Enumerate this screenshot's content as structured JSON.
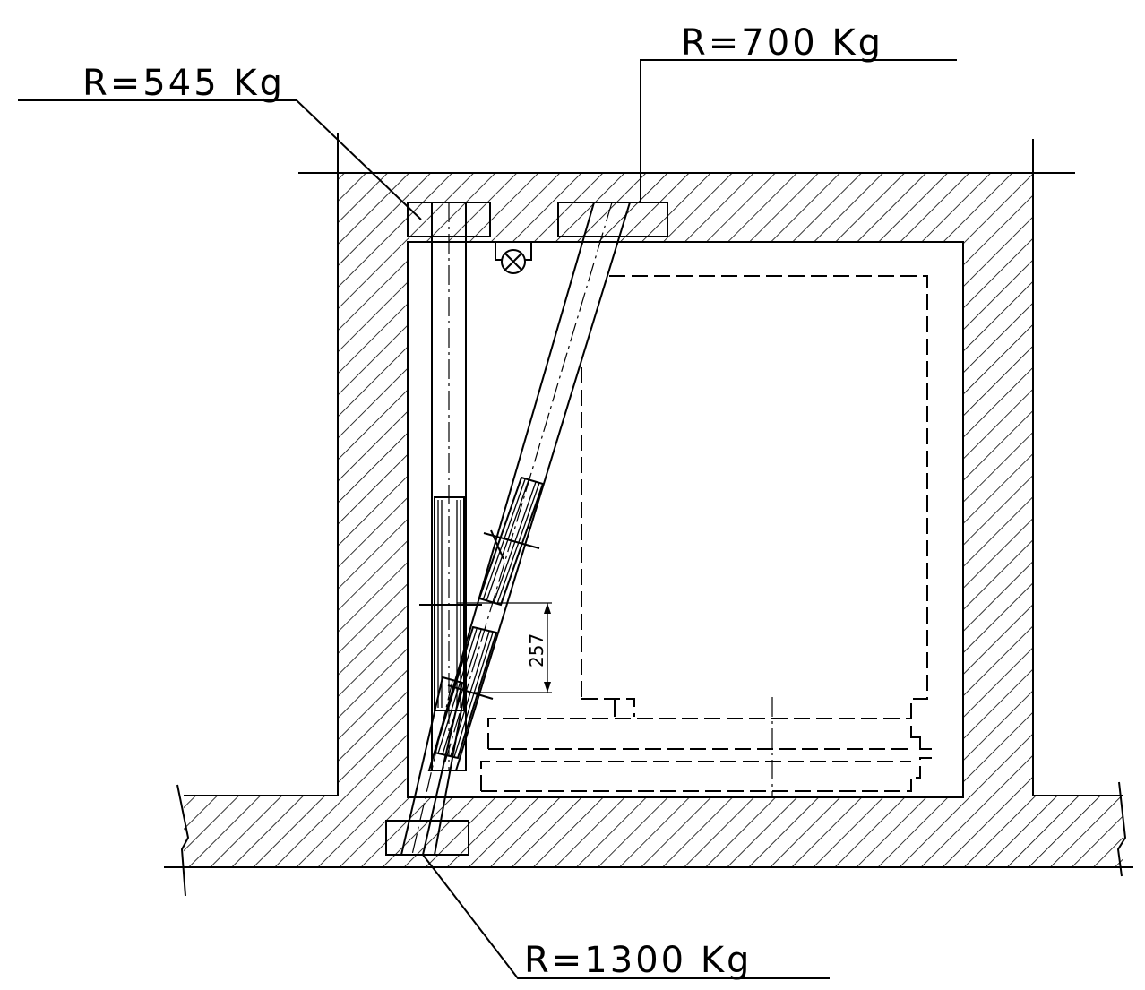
{
  "labels": {
    "reaction_top_left": "R=545 Kg",
    "reaction_top_right": "R=700 Kg",
    "reaction_bottom": "R=1300 Kg"
  },
  "dimensions": {
    "rail_offset": "257"
  },
  "colors": {
    "line": "#000000",
    "background": "#ffffff"
  }
}
